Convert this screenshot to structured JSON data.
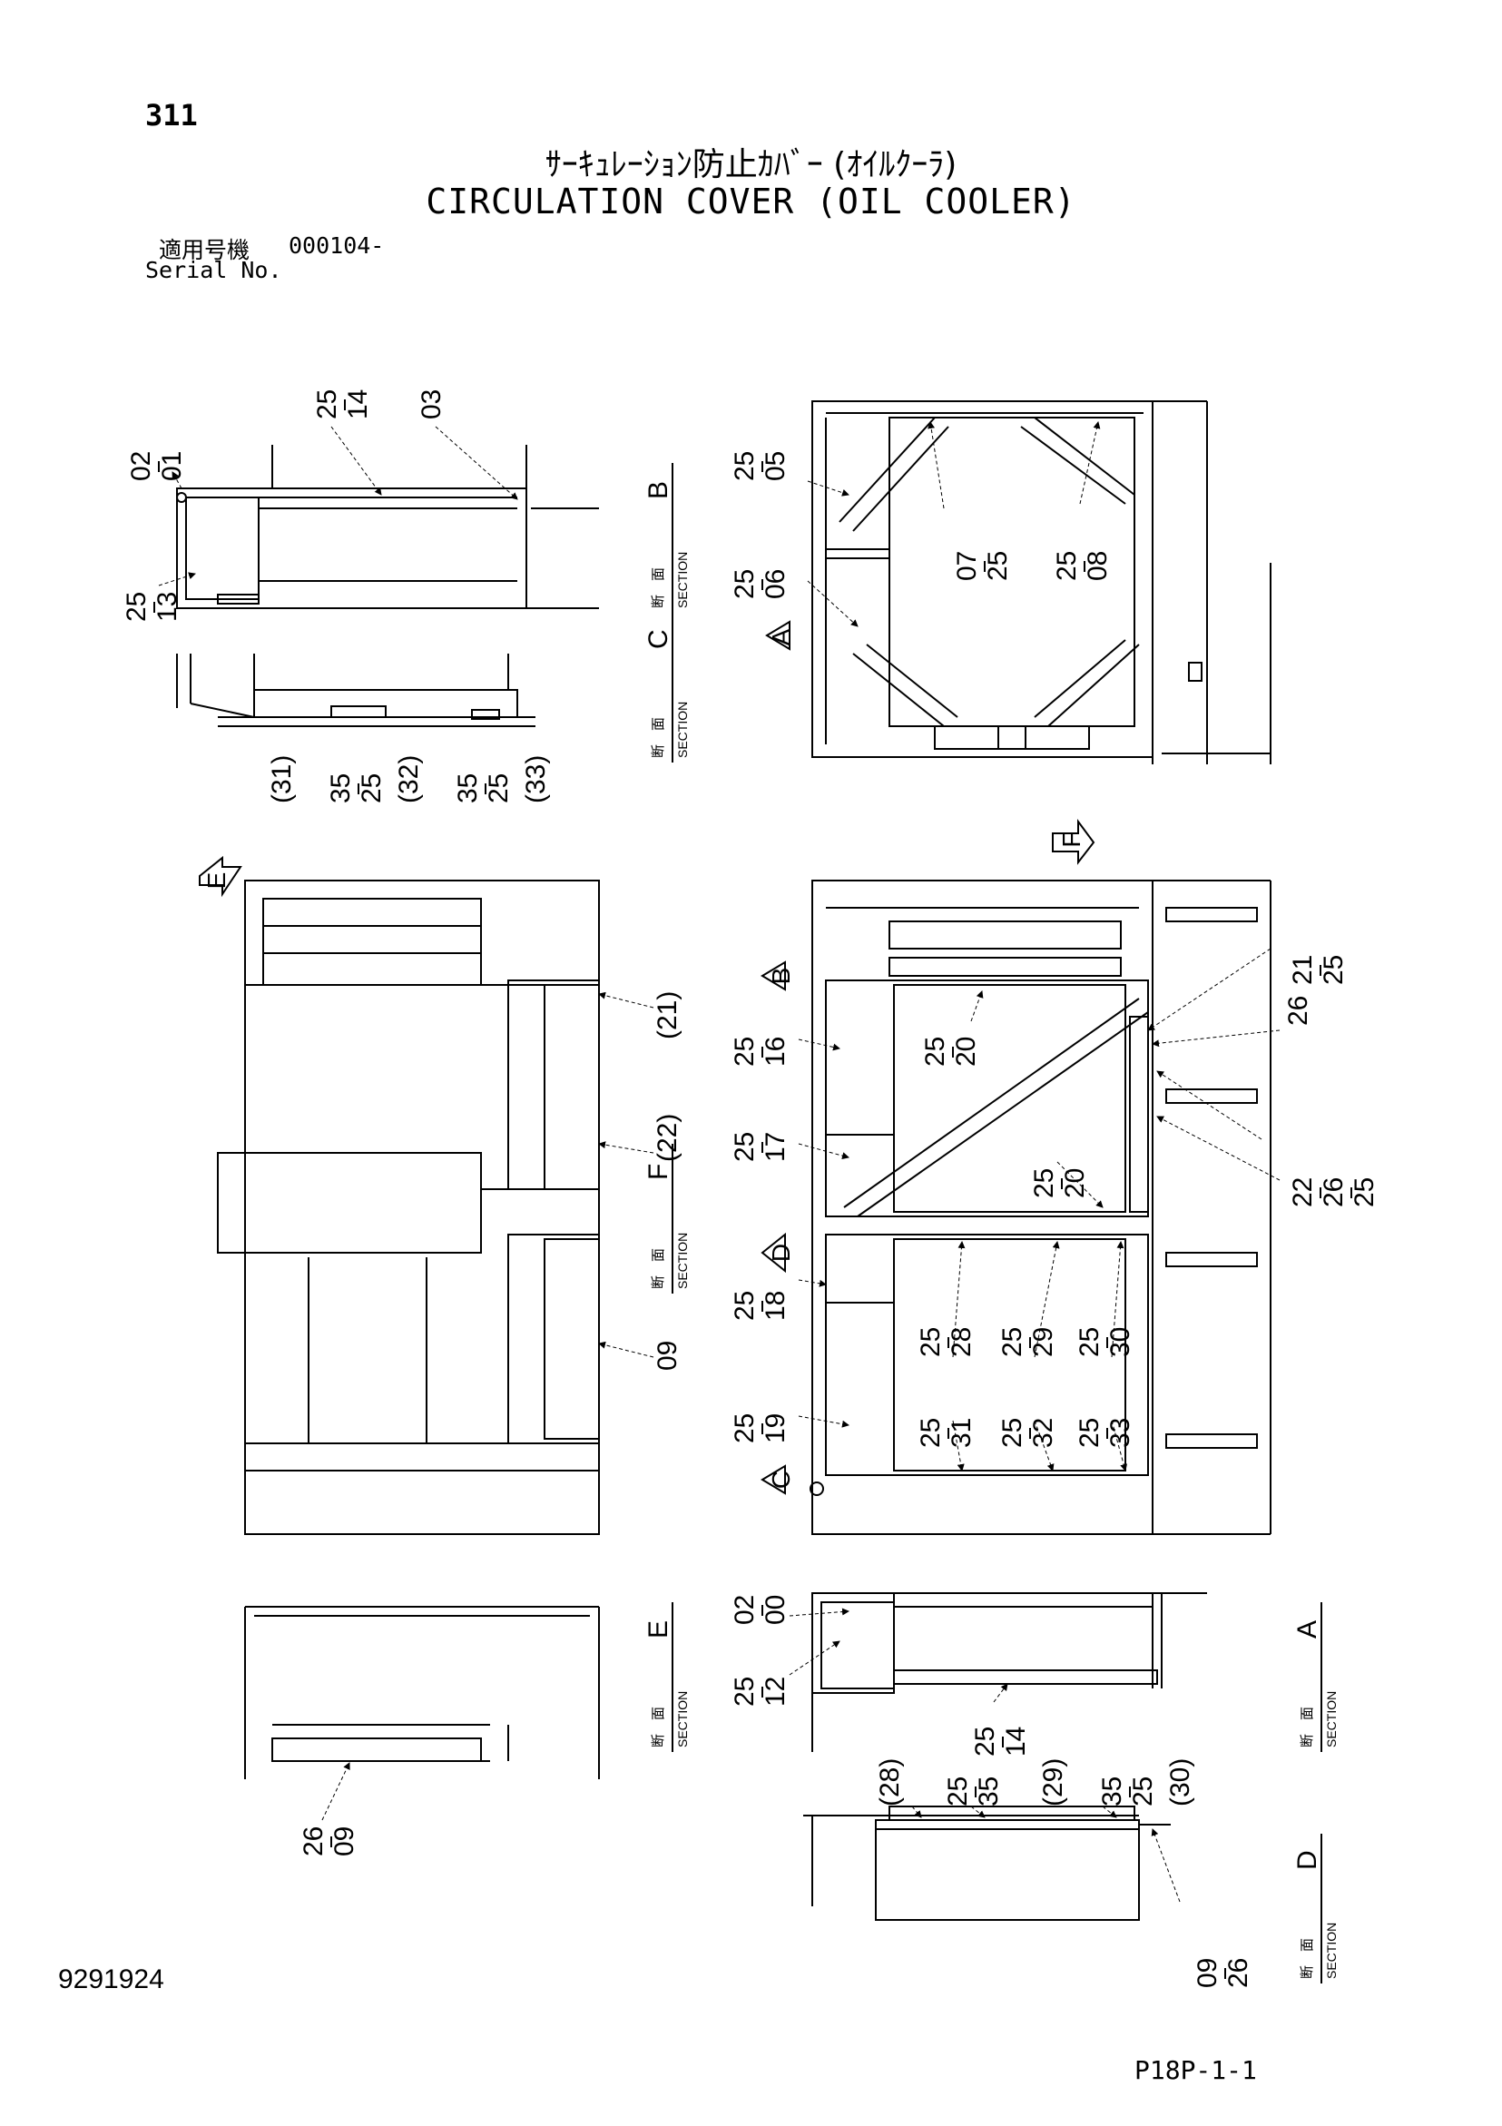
{
  "header": {
    "page_number": "311",
    "title_jp": "ｻｰｷｭﾚｰｼｮﾝ防止ｶﾊﾞｰ (ｵｲﾙｸｰﾗ)",
    "title_en": "CIRCULATION COVER (OIL COOLER)",
    "serial_label_jp": "適用号機",
    "serial_value": "000104-",
    "serial_label_en": "Serial No."
  },
  "footer": {
    "doc_number": "9291924",
    "page_ref": "P18P-1-1"
  },
  "sections": {
    "jp": "断　面",
    "en": "SECTION",
    "labels": {
      "a": "A",
      "b": "B",
      "c": "C",
      "d": "D",
      "e": "E",
      "f": "F"
    }
  },
  "callouts": {
    "c1": [
      "02",
      "01"
    ],
    "c2": [
      "25",
      "14"
    ],
    "c3": [
      "03"
    ],
    "c4": [
      "25",
      "13"
    ],
    "c5": [
      "25",
      "05"
    ],
    "c6": [
      "25",
      "06"
    ],
    "c7": [
      "07",
      "25"
    ],
    "c8": [
      "25",
      "08"
    ],
    "c9": [
      "(31)"
    ],
    "c10": [
      "35",
      "25"
    ],
    "c11": [
      "(32)"
    ],
    "c12": [
      "35",
      "25"
    ],
    "c13": [
      "(33)"
    ],
    "c14": [
      "(21)"
    ],
    "c15": [
      "(22)"
    ],
    "c16": [
      "09"
    ],
    "c17": [
      "25",
      "16"
    ],
    "c18": [
      "25",
      "20"
    ],
    "c19": [
      "25",
      "17"
    ],
    "c20": [
      "25",
      "20"
    ],
    "c21": [
      "25",
      "18"
    ],
    "c22": [
      "25",
      "19"
    ],
    "c23": [
      "25",
      "28"
    ],
    "c24": [
      "25",
      "29"
    ],
    "c25": [
      "25",
      "30"
    ],
    "c26": [
      "25",
      "31"
    ],
    "c27": [
      "25",
      "32"
    ],
    "c28": [
      "25",
      "33"
    ],
    "c29": [
      "21",
      "25"
    ],
    "c30": [
      "26"
    ],
    "c31": [
      "22",
      "26",
      "25"
    ],
    "c32": [
      "02",
      "00"
    ],
    "c33": [
      "25",
      "12"
    ],
    "c34": [
      "25",
      "14"
    ],
    "c35": [
      "26",
      "09"
    ],
    "c36": [
      "(28)"
    ],
    "c37": [
      "25",
      "35"
    ],
    "c38": [
      "(29)"
    ],
    "c39": [
      "35",
      "25"
    ],
    "c40": [
      "(30)"
    ],
    "c41": [
      "09",
      "26"
    ]
  }
}
